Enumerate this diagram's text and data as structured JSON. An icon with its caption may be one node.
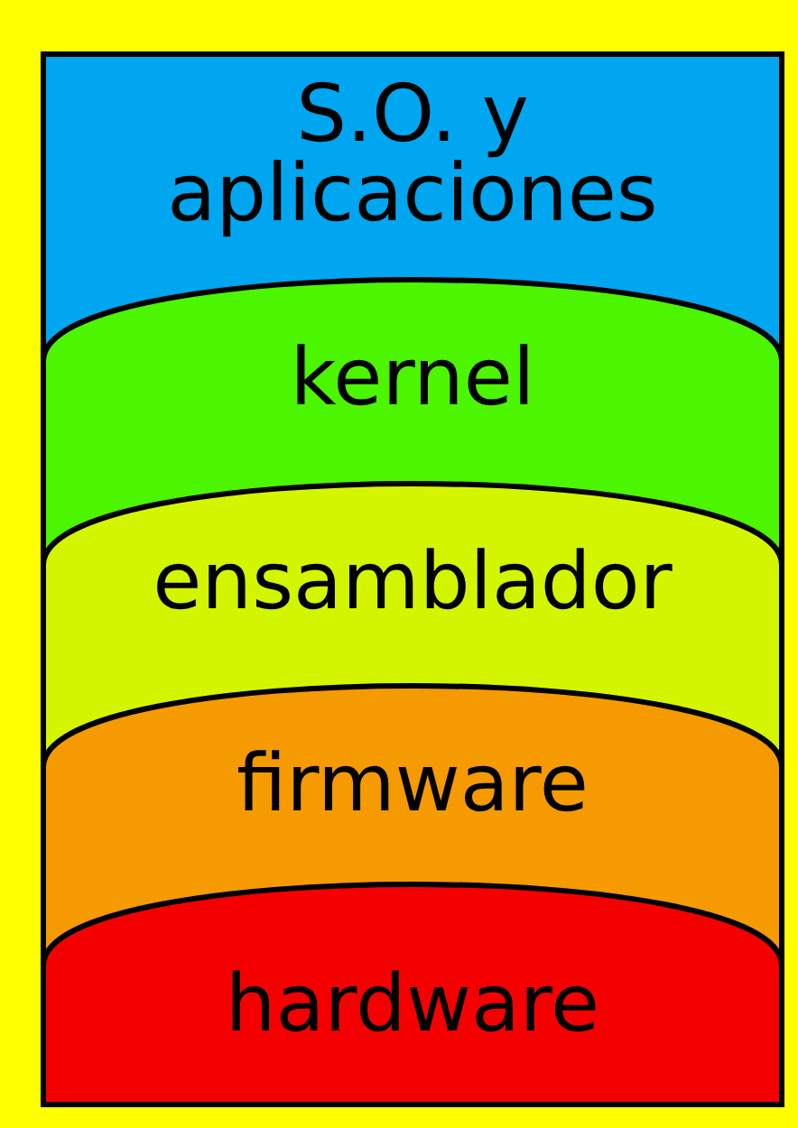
{
  "diagram": {
    "nodes": [
      {
        "text": [
          "S.O. y aplicaciones"
        ]
      },
      {
        "text": [
          "kernel"
        ],
        "in": 0
      },
      {
        "text": [
          "ensamblador"
        ],
        "in": 1
      },
      {
        "text": [
          "firmware"
        ],
        "in": 2
      },
      {
        "text": [
          "hardware"
        ],
        "in": 3
      }
    ]
  }
}
